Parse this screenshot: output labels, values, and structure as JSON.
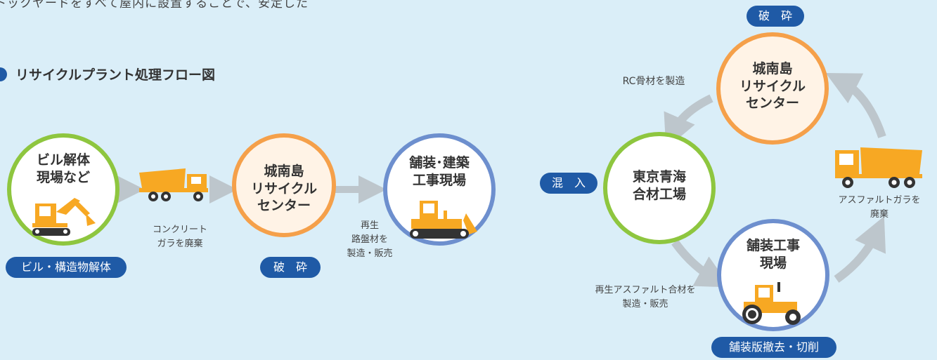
{
  "intro_text": "トックヤードをすべて屋内に設置することで、安定した",
  "section_title": "リサイクルプラント処理フロー図",
  "left_flow": {
    "demolition_site": "ビル解体\n現場など",
    "demolition_pill": "ビル・構造物解体",
    "transport_note": "コンクリート\nガラを廃棄",
    "center": "城南島\nリサイクル\nセンター",
    "crush_pill": "破　砕",
    "product_note": "再生\n路盤材を\n製造・販売",
    "destination": "舗装･建築\n工事現場"
  },
  "right_cycle": {
    "top_pill": "破　砕",
    "center": "城南島\nリサイクル\nセンター",
    "rc_note": "RC骨材を製造",
    "mixing_pill": "混　入",
    "plant": "東京青海\n合材工場",
    "asphalt_waste_note": "アスファルトガラを\n廃棄",
    "paving_site": "舗装工事\n現場",
    "recycled_note": "再生アスファルト合材を\n製造・販売",
    "paving_pill": "舗装版撤去・切削"
  },
  "colors": {
    "pill": "#1f5aa6",
    "green_ring": "#8ec63f",
    "orange_ring": "#f5a04a",
    "blue_ring": "#6d8fce",
    "machine": "#f7a823",
    "arrow": "#bdc6cc",
    "background": "#daeef8"
  },
  "icons": [
    "excavator-icon",
    "dump-truck-icon",
    "bulldozer-icon",
    "road-roller-icon"
  ]
}
